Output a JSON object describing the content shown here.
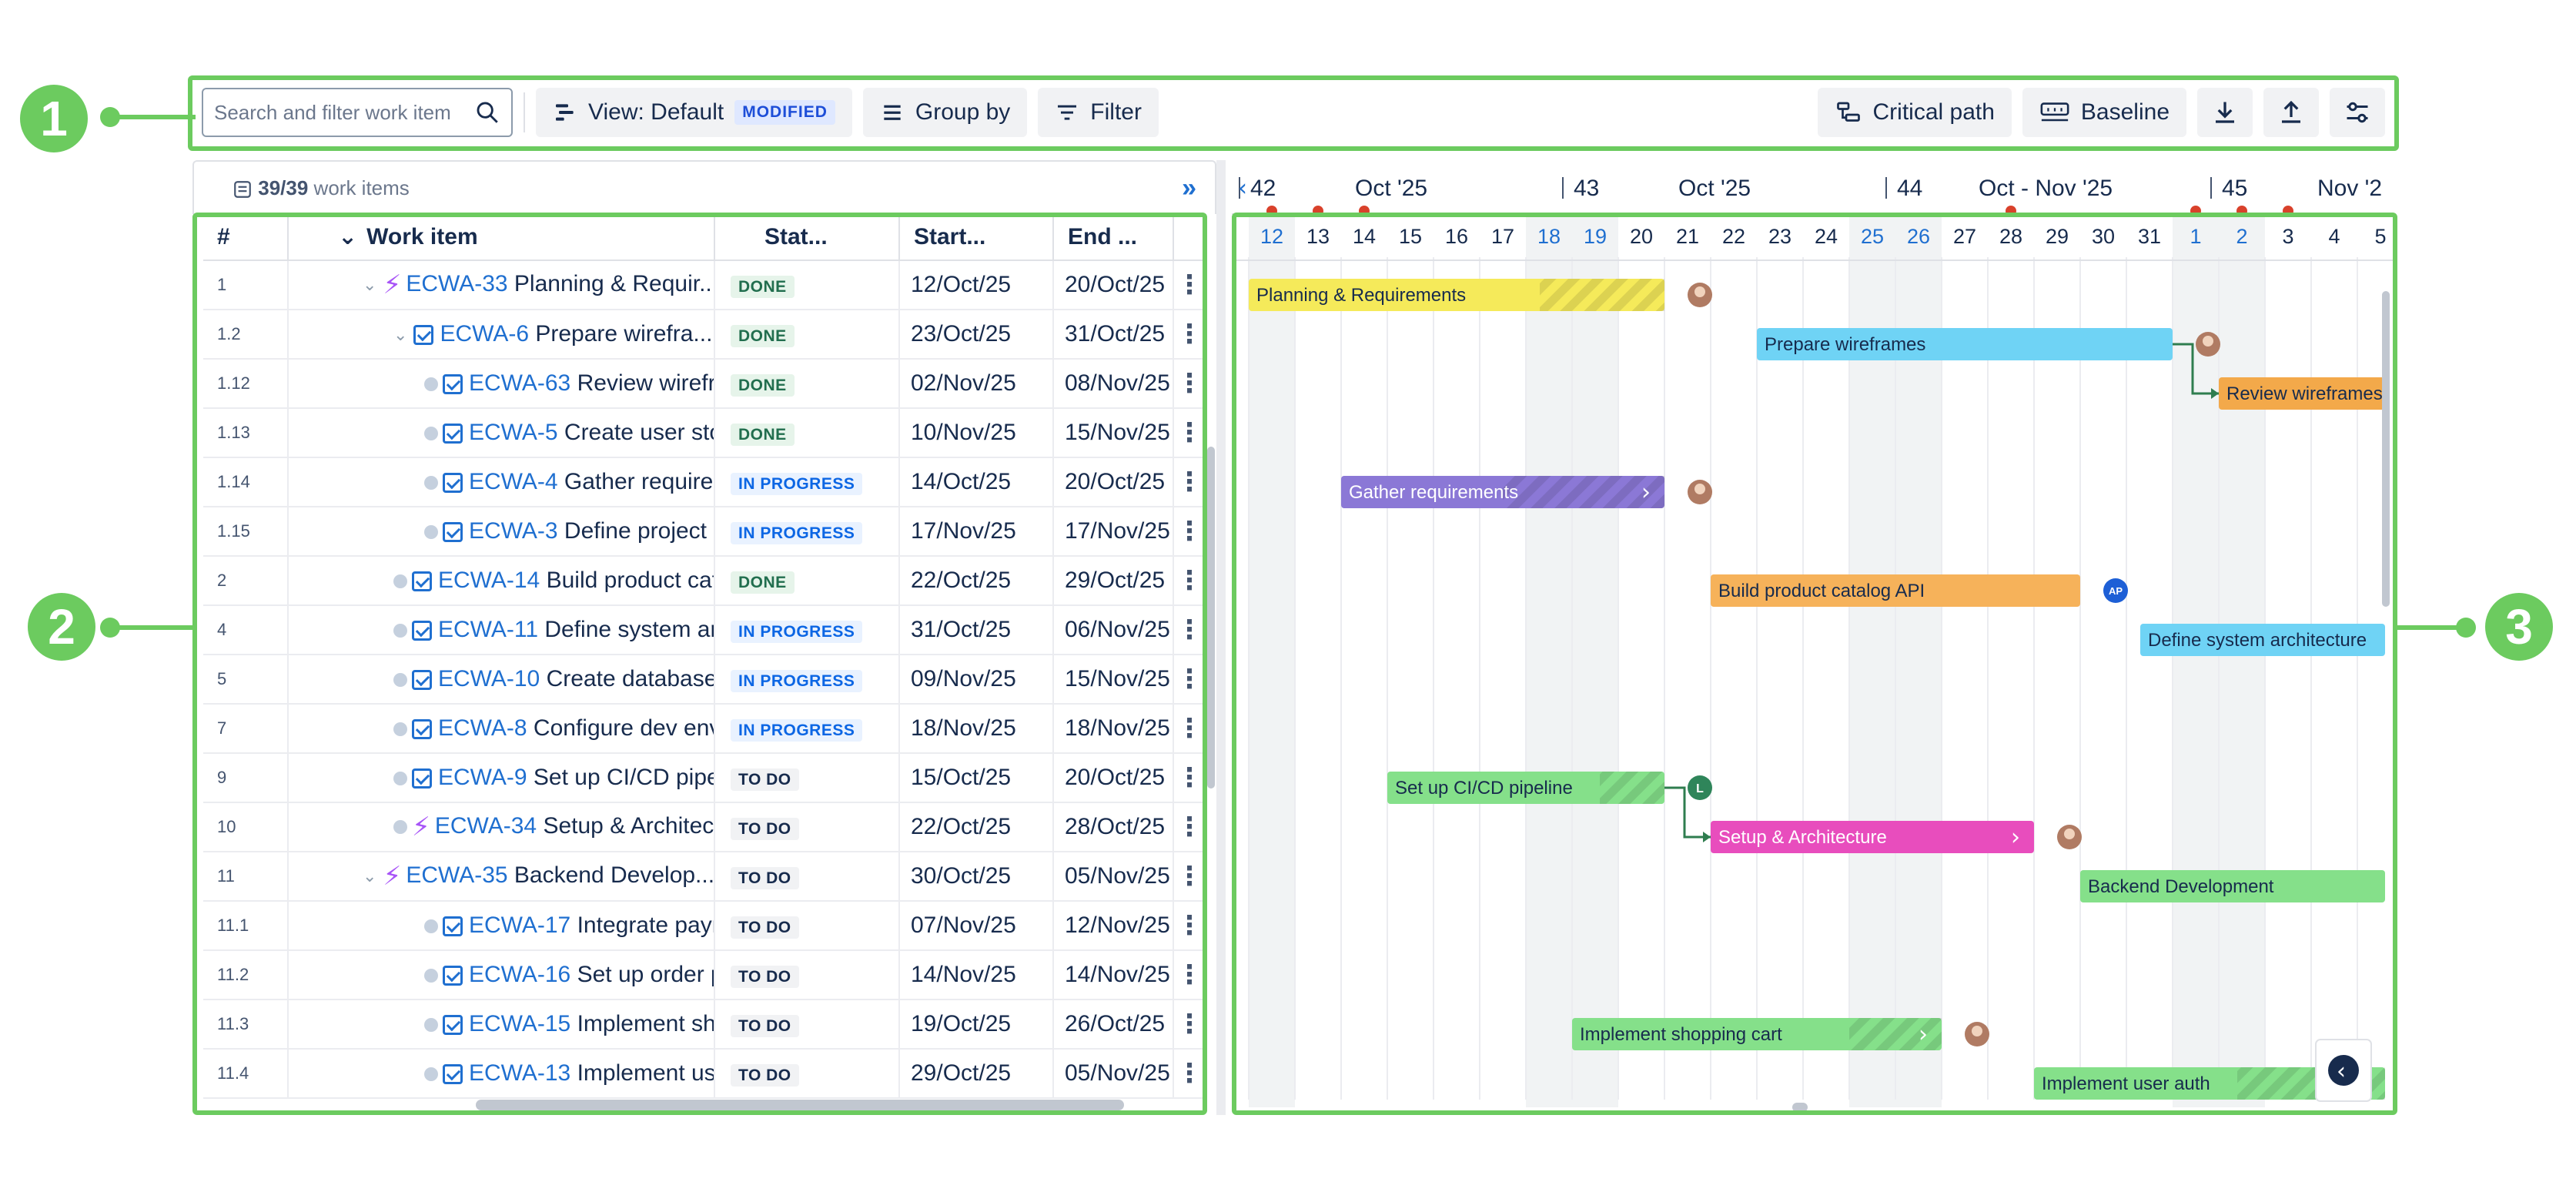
{
  "toolbar": {
    "search_placeholder": "Search and filter work item",
    "view_label": "View: Default",
    "view_badge": "MODIFIED",
    "groupby_label": "Group by",
    "filter_label": "Filter",
    "critical_path_label": "Critical path",
    "baseline_label": "Baseline"
  },
  "left": {
    "count": "39/39",
    "count_suffix": "work items",
    "columns": [
      "#",
      "Work item",
      "Stat...",
      "Start...",
      "End ..."
    ]
  },
  "rows": [
    {
      "num": "1",
      "key": "ECWA-33",
      "title": "Planning & Requir...",
      "status": "DONE",
      "start": "12/Oct/25",
      "end": "20/Oct/25",
      "type": "epic",
      "depth": 0,
      "expand": true
    },
    {
      "num": "1.2",
      "key": "ECWA-6",
      "title": "Prepare wirefra...",
      "status": "DONE",
      "start": "23/Oct/25",
      "end": "31/Oct/25",
      "type": "task",
      "depth": 1,
      "expand": true
    },
    {
      "num": "1.12",
      "key": "ECWA-63",
      "title": "Review wirefra...",
      "status": "DONE",
      "start": "02/Nov/25",
      "end": "08/Nov/25",
      "type": "task",
      "depth": 2,
      "expand": false
    },
    {
      "num": "1.13",
      "key": "ECWA-5",
      "title": "Create user stor...",
      "status": "DONE",
      "start": "10/Nov/25",
      "end": "15/Nov/25",
      "type": "task",
      "depth": 2,
      "expand": false
    },
    {
      "num": "1.14",
      "key": "ECWA-4",
      "title": "Gather require...",
      "status": "IN PROGRESS",
      "start": "14/Oct/25",
      "end": "20/Oct/25",
      "type": "task",
      "depth": 2,
      "expand": false
    },
    {
      "num": "1.15",
      "key": "ECWA-3",
      "title": "Define project s...",
      "status": "IN PROGRESS",
      "start": "17/Nov/25",
      "end": "17/Nov/25",
      "type": "task",
      "depth": 2,
      "expand": false
    },
    {
      "num": "2",
      "key": "ECWA-14",
      "title": "Build product cata...",
      "status": "DONE",
      "start": "22/Oct/25",
      "end": "29/Oct/25",
      "type": "task",
      "depth": 1,
      "expand": false
    },
    {
      "num": "4",
      "key": "ECWA-11",
      "title": "Define system arc...",
      "status": "IN PROGRESS",
      "start": "31/Oct/25",
      "end": "06/Nov/25",
      "type": "task",
      "depth": 1,
      "expand": false
    },
    {
      "num": "5",
      "key": "ECWA-10",
      "title": "Create database s...",
      "status": "IN PROGRESS",
      "start": "09/Nov/25",
      "end": "15/Nov/25",
      "type": "task",
      "depth": 1,
      "expand": false
    },
    {
      "num": "7",
      "key": "ECWA-8",
      "title": "Configure dev envi...",
      "status": "IN PROGRESS",
      "start": "18/Nov/25",
      "end": "18/Nov/25",
      "type": "task",
      "depth": 1,
      "expand": false
    },
    {
      "num": "9",
      "key": "ECWA-9",
      "title": "Set up CI/CD pipeli...",
      "status": "TO DO",
      "start": "15/Oct/25",
      "end": "20/Oct/25",
      "type": "task",
      "depth": 1,
      "expand": false
    },
    {
      "num": "10",
      "key": "ECWA-34",
      "title": "Setup & Architect...",
      "status": "TO DO",
      "start": "22/Oct/25",
      "end": "28/Oct/25",
      "type": "epic",
      "depth": 1,
      "expand": false
    },
    {
      "num": "11",
      "key": "ECWA-35",
      "title": "Backend Develop...",
      "status": "TO DO",
      "start": "30/Oct/25",
      "end": "05/Nov/25",
      "type": "epic",
      "depth": 0,
      "expand": true
    },
    {
      "num": "11.1",
      "key": "ECWA-17",
      "title": "Integrate paym...",
      "status": "TO DO",
      "start": "07/Nov/25",
      "end": "12/Nov/25",
      "type": "task",
      "depth": 2,
      "expand": false
    },
    {
      "num": "11.2",
      "key": "ECWA-16",
      "title": "Set up order pr...",
      "status": "TO DO",
      "start": "14/Nov/25",
      "end": "14/Nov/25",
      "type": "task",
      "depth": 2,
      "expand": false
    },
    {
      "num": "11.3",
      "key": "ECWA-15",
      "title": "Implement sho...",
      "status": "TO DO",
      "start": "19/Oct/25",
      "end": "26/Oct/25",
      "type": "task",
      "depth": 2,
      "expand": false
    },
    {
      "num": "11.4",
      "key": "ECWA-13",
      "title": "Implement use...",
      "status": "TO DO",
      "start": "29/Oct/25",
      "end": "05/Nov/25",
      "type": "task",
      "depth": 2,
      "expand": false
    }
  ],
  "timeline": {
    "weeks": [
      {
        "num": "42",
        "label": "Oct '25"
      },
      {
        "num": "43",
        "label": "Oct '25"
      },
      {
        "num": "44",
        "label": "Oct - Nov '25"
      },
      {
        "num": "45",
        "label": "Nov '2"
      }
    ],
    "days": [
      "12",
      "13",
      "14",
      "15",
      "16",
      "17",
      "18",
      "19",
      "20",
      "21",
      "22",
      "23",
      "24",
      "25",
      "26",
      "27",
      "28",
      "29",
      "30",
      "31",
      "1",
      "2",
      "3",
      "4",
      "5"
    ],
    "weekend_day_indices": [
      0,
      6,
      7,
      13,
      14,
      20,
      21
    ],
    "today_marker_day_indices": [
      0,
      1,
      2,
      16,
      20,
      21,
      22
    ],
    "bars": [
      {
        "row": 0,
        "label": "Planning & Requirements",
        "start": 0,
        "days": 9,
        "color": "#f5ea5a",
        "hatch_from": 6.3,
        "assignee": "photo"
      },
      {
        "row": 1,
        "label": "Prepare wireframes",
        "start": 11,
        "days": 9,
        "color": "#6fd3f5",
        "assignee": "photo"
      },
      {
        "row": 2,
        "label": "Review wireframes",
        "start": 21,
        "days": 3.6,
        "color": "#f3a94a"
      },
      {
        "row": 4,
        "label": "Gather requirements",
        "start": 2,
        "days": 7,
        "color": "#8b78d6",
        "hatch_from": 3.5,
        "chevron": true,
        "assignee": "photo",
        "light_text": true
      },
      {
        "row": 6,
        "label": "Build product catalog API",
        "start": 10,
        "days": 8,
        "color": "#f6b25a",
        "assignee": "AP"
      },
      {
        "row": 7,
        "label": "Define system architecture",
        "start": 19.3,
        "days": 5.3,
        "color": "#6fd3f5"
      },
      {
        "row": 10,
        "label": "Set up CI/CD pipeline",
        "start": 3,
        "days": 6,
        "color": "#85e08a",
        "hatch_from": 4.6,
        "assignee": "L"
      },
      {
        "row": 11,
        "label": "Setup & Architecture",
        "start": 10,
        "days": 7,
        "color": "#e84dbd",
        "chevron": true,
        "assignee": "photo",
        "light_text": true
      },
      {
        "row": 12,
        "label": "Backend Development",
        "start": 18,
        "days": 6.6,
        "color": "#85e08a"
      },
      {
        "row": 15,
        "label": "Implement shopping cart",
        "start": 7,
        "days": 8,
        "color": "#85e08a",
        "hatch_from": 6,
        "chevron": true,
        "assignee": "photo"
      },
      {
        "row": 16,
        "label": "Implement user auth",
        "start": 17,
        "days": 7.6,
        "color": "#85e08a",
        "hatch_from": 4.4
      }
    ]
  },
  "callouts": [
    "1",
    "2",
    "3"
  ],
  "colors": {
    "frame": "#6ccb5f",
    "link": "#1f6fd0"
  }
}
